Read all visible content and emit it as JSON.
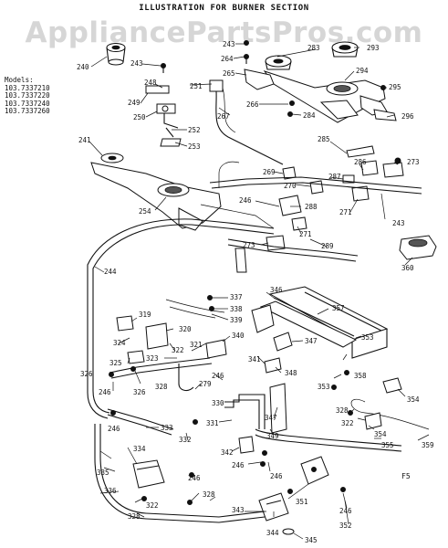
{
  "title": "ILLUSTRATION FOR BURNER SECTION",
  "watermark": "AppliancePartsPros.com",
  "models_heading": "Models:",
  "models": [
    "103.7337210",
    "103.7337220",
    "103.7337240",
    "103.7337260"
  ],
  "footer_code": "F5",
  "callouts": {
    "c240": "240",
    "c241": "241",
    "c243a": "243",
    "c243b": "243",
    "c243c": "243",
    "c244": "244",
    "c246a": "246",
    "c246b": "246",
    "c246c": "246",
    "c246d": "246",
    "c246e": "246",
    "c246f": "246",
    "c246g": "246",
    "c246h": "246",
    "c248": "248",
    "c249": "249",
    "c250": "250",
    "c251": "251",
    "c252": "252",
    "c253": "253",
    "c254": "254",
    "c264": "264",
    "c265": "265",
    "c266": "266",
    "c267": "267",
    "c269": "269",
    "c270": "270",
    "c271a": "271",
    "c271b": "271",
    "c273a": "273",
    "c273b": "273",
    "c283": "283",
    "c284": "284",
    "c285": "285",
    "c286": "286",
    "c287": "287",
    "c288": "288",
    "c289": "289",
    "c293": "293",
    "c294": "294",
    "c295": "295",
    "c296": "296",
    "c319": "319",
    "c320": "320",
    "c321": "321",
    "c322a": "322",
    "c322b": "322",
    "c322c": "322",
    "c323": "323",
    "c324": "324",
    "c325": "325",
    "c326a": "326",
    "c326b": "326",
    "c328a": "328",
    "c328b": "328",
    "c328c": "328",
    "c328d": "328",
    "c330": "330",
    "c331": "331",
    "c332": "332",
    "c333": "333",
    "c334": "334",
    "c335": "335",
    "c336": "336",
    "c337": "337",
    "c338": "338",
    "c339": "339",
    "c340": "340",
    "c341": "341",
    "c342": "342",
    "c343": "343",
    "c344": "344",
    "c345": "345",
    "c346": "346",
    "c347a": "347",
    "c347b": "347",
    "c348": "348",
    "c349": "349",
    "c351": "351",
    "c352": "352",
    "c353a": "353",
    "c353b": "353",
    "c354a": "354",
    "c354b": "354",
    "c355": "355",
    "c357": "357",
    "c358": "358",
    "c359": "359",
    "c360": "360",
    "c279": "279"
  }
}
